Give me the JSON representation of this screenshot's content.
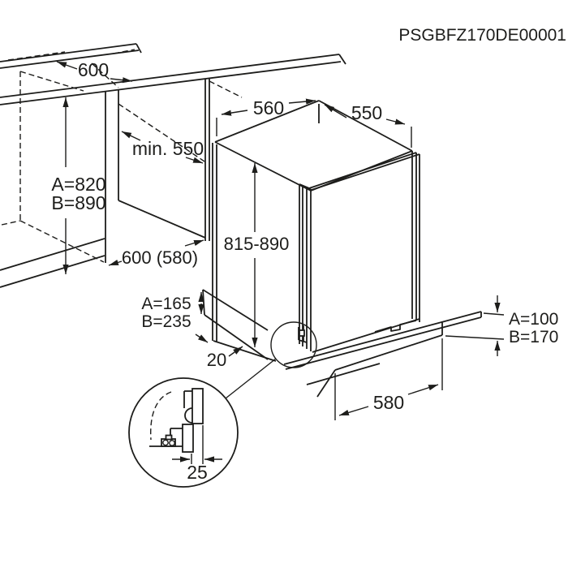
{
  "colors": {
    "line": "#1d1d1b",
    "background": "#ffffff"
  },
  "title": {
    "drawing_code": "PSGBFZ170DE00001"
  },
  "labels": {
    "counter_depth": "600",
    "niche_min_depth": "min. 550",
    "niche_height_a": "A=820",
    "niche_height_b": "B=890",
    "niche_width": "600 (580)",
    "appliance_width": "560",
    "appliance_depth": "550",
    "appliance_height": "815-890",
    "recess_height_a": "A=165",
    "recess_height_b": "B=235",
    "rear_gap": "20",
    "plinth_height_a": "A=100",
    "plinth_height_b": "B=170",
    "plinth_cutout_width": "580",
    "door_clearance": "25"
  }
}
